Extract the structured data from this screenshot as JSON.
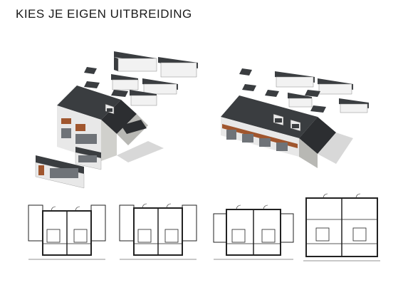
{
  "page": {
    "title": "KIES JE EIGEN UITBREIDING"
  },
  "illustrations": [
    {
      "name": "option-a-exploded-view",
      "icon": "house-extensions-icon"
    },
    {
      "name": "option-b-exploded-view",
      "icon": "house-extensions-icon"
    }
  ],
  "floor_plans": [
    {
      "name": "plan-1",
      "icon": "floorplan-icon"
    },
    {
      "name": "plan-2",
      "icon": "floorplan-icon"
    },
    {
      "name": "plan-3",
      "icon": "floorplan-icon"
    },
    {
      "name": "plan-4",
      "icon": "floorplan-icon"
    }
  ],
  "colors": {
    "roof": "#3a3d40",
    "brick": "#a0562e",
    "stone": "#b8b8b4",
    "wall": "#e8e8e8",
    "glass": "#6f7378"
  }
}
